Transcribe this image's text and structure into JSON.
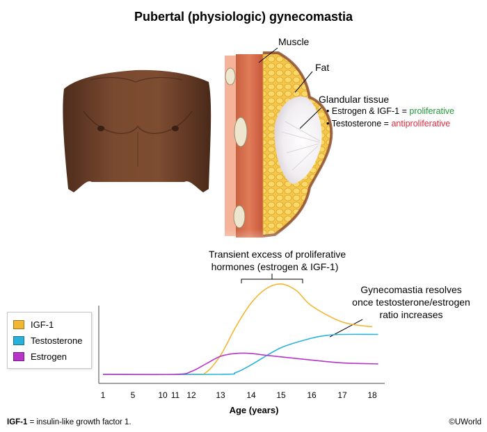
{
  "title": "Pubertal (physiologic) gynecomastia",
  "labels": {
    "muscle": "Muscle",
    "fat": "Fat",
    "glandular": "Glandular tissue",
    "bullet1_prefix": "Estrogen & IGF-1 = ",
    "bullet1_value": "proliferative",
    "bullet2_prefix": "Testosterone = ",
    "bullet2_value": "antiproliferative"
  },
  "annotations": {
    "transient_line1": "Transient excess of proliferative",
    "transient_line2": "hormones (estrogen & IGF-1)",
    "resolves_line1": "Gynecomastia resolves",
    "resolves_line2": "once testosterone/estrogen",
    "resolves_line3": "ratio increases"
  },
  "colors": {
    "igf1": "#f2b632",
    "testosterone": "#29b2d9",
    "estrogen": "#b733c9",
    "proliferative": "#1f9a3b",
    "antiproliferative": "#e3283a"
  },
  "chart_data": {
    "type": "line",
    "xlabel": "Age (years)",
    "ticks": [
      "1",
      "5",
      "10",
      "11",
      "12",
      "13",
      "14",
      "15",
      "16",
      "17",
      "18"
    ],
    "legend": [
      "IGF-1",
      "Testosterone",
      "Estrogen"
    ],
    "legend_position": "left",
    "y_axis_labels": false,
    "series": [
      {
        "name": "IGF-1",
        "x": [
          1,
          12,
          12.5,
          13,
          13.5,
          14,
          14.5,
          15,
          15.5,
          16,
          17,
          18
        ],
        "y": [
          0,
          0,
          0.02,
          0.2,
          0.5,
          0.75,
          0.9,
          0.95,
          0.88,
          0.72,
          0.55,
          0.5
        ]
      },
      {
        "name": "Testosterone",
        "x": [
          1,
          13,
          13.5,
          14,
          15,
          16,
          16.5,
          17,
          18.2
        ],
        "y": [
          0,
          0,
          0.02,
          0.1,
          0.28,
          0.38,
          0.41,
          0.42,
          0.42
        ]
      },
      {
        "name": "Estrogen",
        "x": [
          1,
          11,
          12,
          12.5,
          13,
          13.5,
          14,
          14.5,
          16,
          17,
          18.2
        ],
        "y": [
          0,
          0,
          0.03,
          0.11,
          0.19,
          0.22,
          0.22,
          0.2,
          0.15,
          0.12,
          0.11
        ]
      }
    ]
  },
  "footer": {
    "abbr": "IGF-1",
    "definition": " = insulin-like growth factor 1.",
    "copyright": "©UWorld"
  }
}
